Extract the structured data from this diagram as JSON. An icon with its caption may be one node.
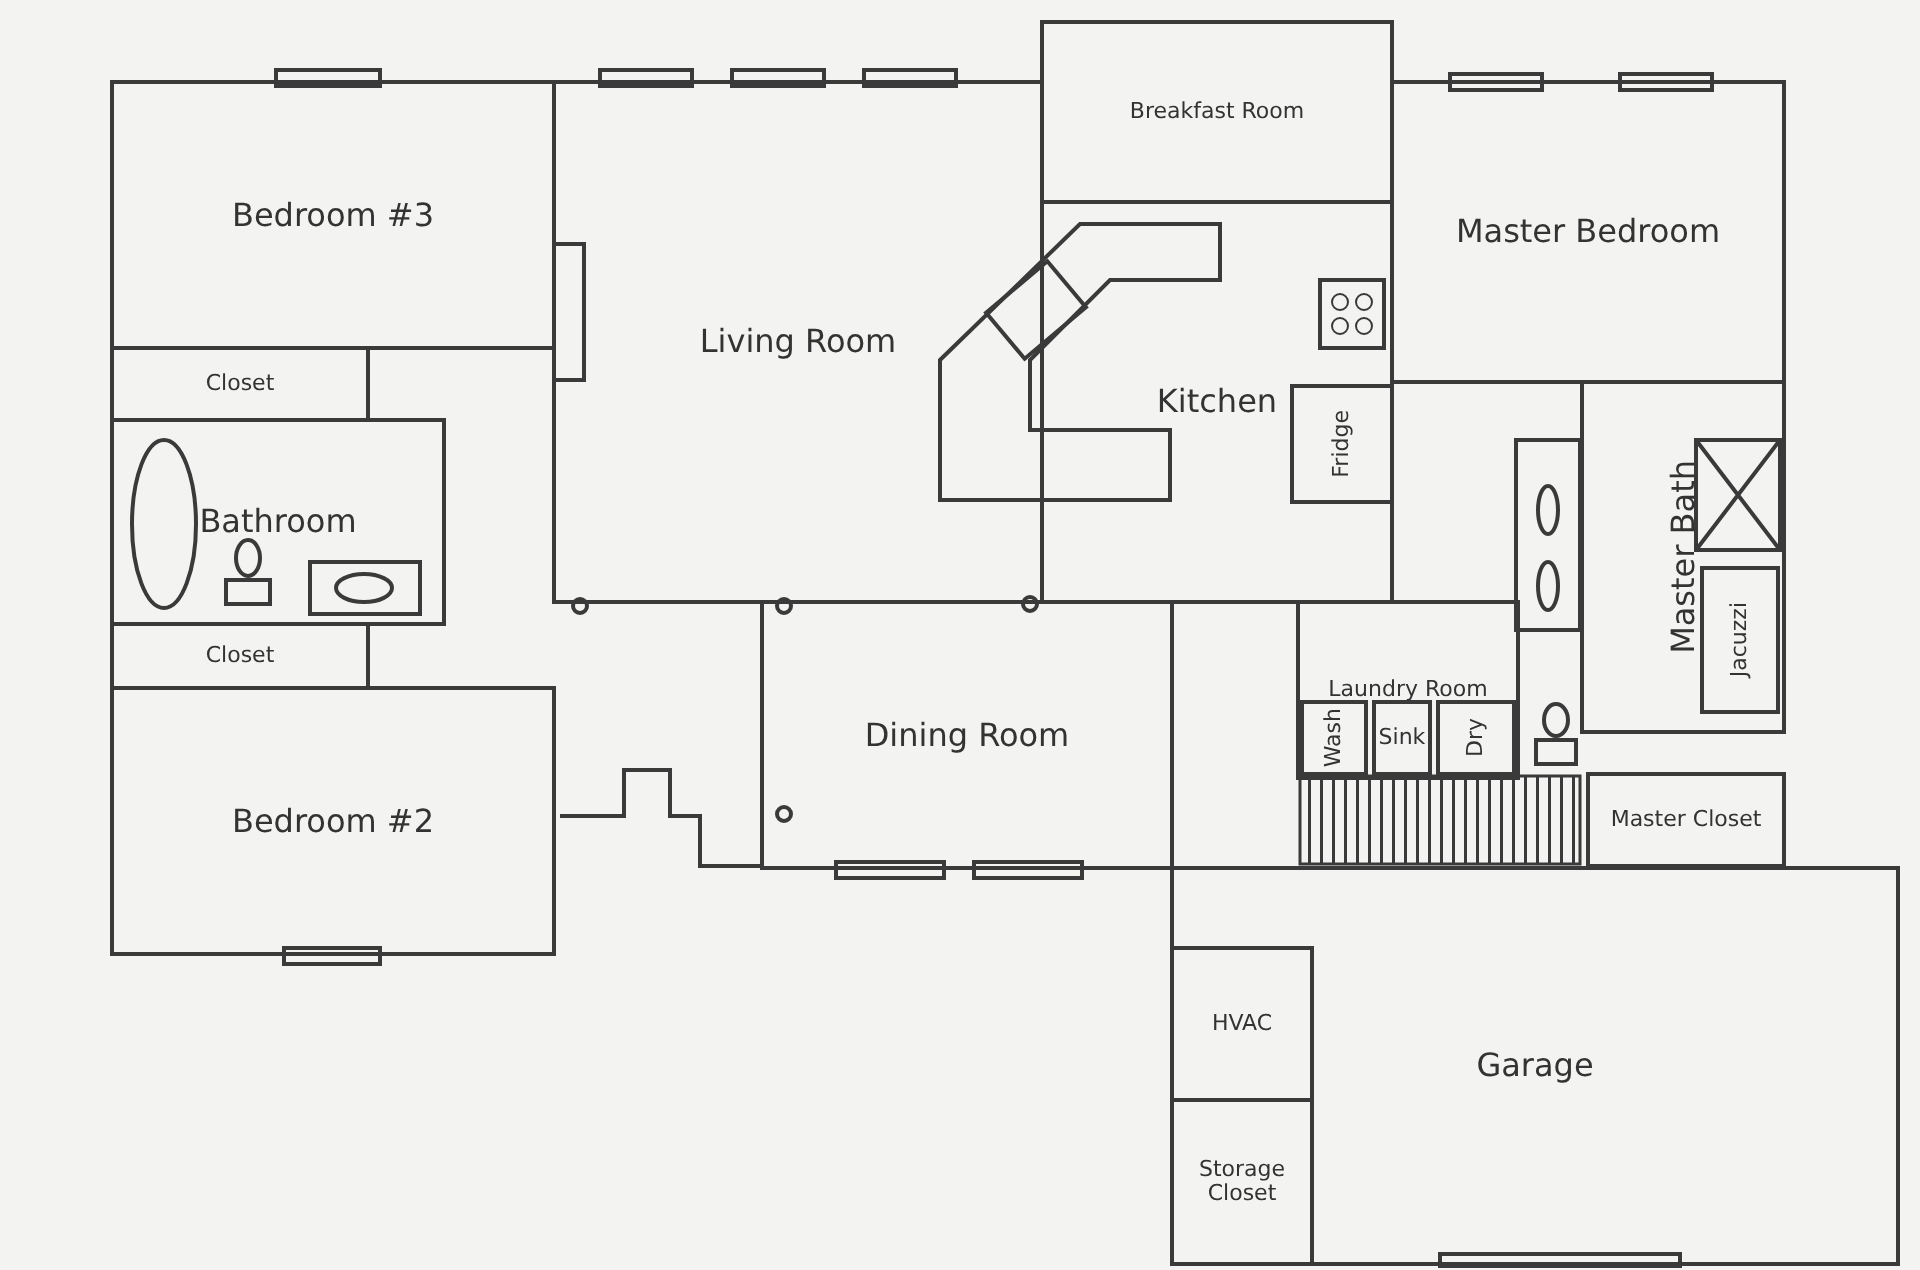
{
  "diagram": {
    "nodes": [
      {
        "text": [
          "Bedroom #3"
        ]
      },
      {
        "text": [
          "Closet"
        ]
      },
      {
        "text": [
          "Bathroom"
        ]
      },
      {
        "text": [
          "Closet"
        ]
      },
      {
        "text": [
          "Bedroom #2"
        ]
      },
      {
        "text": [
          "Living Room"
        ]
      },
      {
        "text": [
          "Breakfast Room"
        ]
      },
      {
        "text": [
          "Kitchen"
        ]
      },
      {
        "text": [
          "Fridge"
        ],
        "in": 7
      },
      {
        "text": [
          "Master Bedroom"
        ]
      },
      {
        "text": [
          "Master Bath"
        ]
      },
      {
        "text": [
          "Jacuzzi"
        ],
        "in": 10
      },
      {
        "text": [
          "Laundry Room"
        ]
      },
      {
        "text": [
          "Wash"
        ],
        "in": 12
      },
      {
        "text": [
          "Sink"
        ],
        "in": 12
      },
      {
        "text": [
          "Dry"
        ],
        "in": 12
      },
      {
        "text": [
          "Dining Room"
        ]
      },
      {
        "text": [
          "Master Closet"
        ]
      },
      {
        "text": [
          "Garage"
        ]
      },
      {
        "text": [
          "HVAC"
        ],
        "in": 18
      },
      {
        "text": [
          "Storage Closet"
        ],
        "in": 18
      }
    ]
  }
}
